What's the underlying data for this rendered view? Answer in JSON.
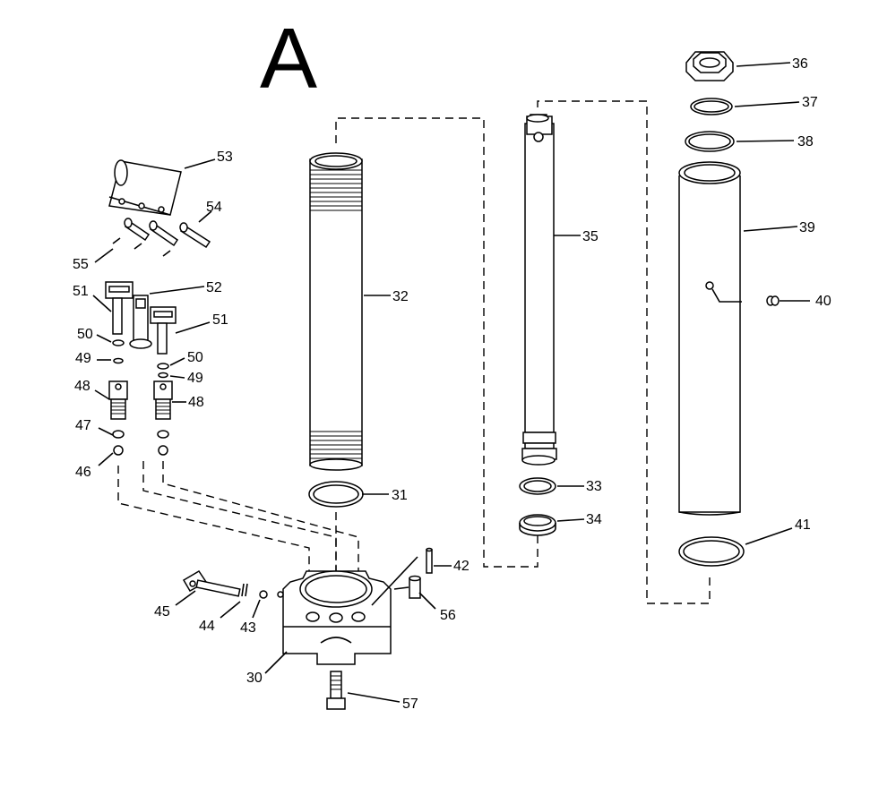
{
  "diagram": {
    "title": "A",
    "labels": {
      "p30": "30",
      "p31": "31",
      "p32": "32",
      "p33": "33",
      "p34": "34",
      "p35": "35",
      "p36": "36",
      "p37": "37",
      "p38": "38",
      "p39": "39",
      "p40": "40",
      "p41": "41",
      "p42": "42",
      "p43": "43",
      "p44": "44",
      "p45": "45",
      "p46": "46",
      "p47": "47",
      "p48a": "48",
      "p48b": "48",
      "p49a": "49",
      "p49b": "49",
      "p50a": "50",
      "p50b": "50",
      "p51a": "51",
      "p51b": "51",
      "p52": "52",
      "p53": "53",
      "p54": "54",
      "p55": "55",
      "p56": "56",
      "p57": "57"
    }
  }
}
